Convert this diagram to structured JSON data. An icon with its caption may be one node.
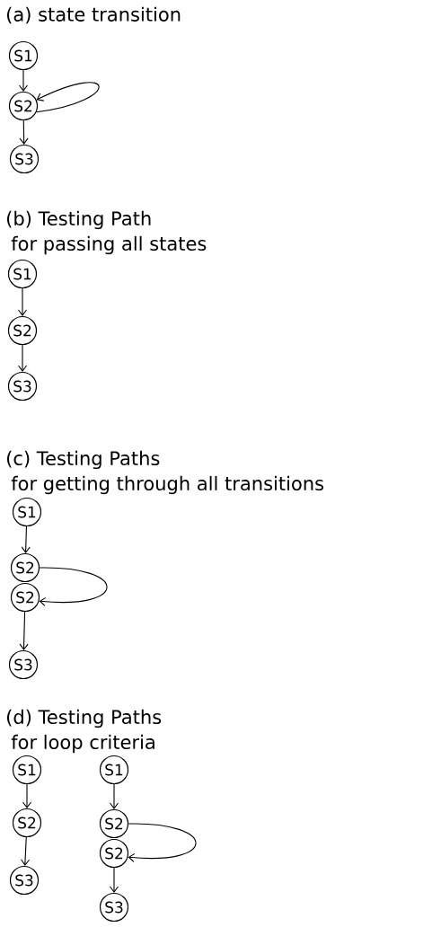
{
  "diagram": {
    "nodes": [
      {
        "text": [
          "S1"
        ]
      },
      {
        "text": [
          "S2"
        ]
      },
      {
        "text": [
          "S3"
        ]
      },
      {
        "text": [
          "S1"
        ]
      },
      {
        "text": [
          "S2"
        ]
      },
      {
        "text": [
          "S3"
        ]
      },
      {
        "text": [
          "S1"
        ]
      },
      {
        "text": [
          "S2"
        ]
      },
      {
        "text": [
          "S2"
        ]
      },
      {
        "text": [
          "S3"
        ]
      },
      {
        "text": [
          "S1"
        ]
      },
      {
        "text": [
          "S2"
        ]
      },
      {
        "text": [
          "S3"
        ]
      },
      {
        "text": [
          "S1"
        ]
      },
      {
        "text": [
          "S2"
        ]
      },
      {
        "text": [
          "S2"
        ]
      },
      {
        "text": [
          "S3"
        ]
      }
    ],
    "edges": [
      {
        "from": 0,
        "to": 1,
        "arrow": "to"
      },
      {
        "from": 1,
        "to": 1,
        "arrow": "to"
      },
      {
        "from": 1,
        "to": 2,
        "arrow": "to"
      },
      {
        "from": 3,
        "to": 4,
        "arrow": "to"
      },
      {
        "from": 4,
        "to": 5,
        "arrow": "to"
      },
      {
        "from": 6,
        "to": 7,
        "arrow": "to"
      },
      {
        "from": 7,
        "to": 8,
        "arrow": "to"
      },
      {
        "from": 8,
        "to": 9,
        "arrow": "to"
      },
      {
        "from": 10,
        "to": 11,
        "arrow": "to"
      },
      {
        "from": 11,
        "to": 12,
        "arrow": "to"
      },
      {
        "from": 13,
        "to": 14,
        "arrow": "to"
      },
      {
        "from": 14,
        "to": 15,
        "arrow": "to"
      },
      {
        "from": 15,
        "to": 16,
        "arrow": "to"
      }
    ],
    "labels": [
      "(a) state transition",
      "(b) Testing Path",
      "for passing all states",
      "(c) Testing Paths",
      "for getting through all transitions",
      "(d) Testing Paths",
      "for loop criteria"
    ]
  }
}
